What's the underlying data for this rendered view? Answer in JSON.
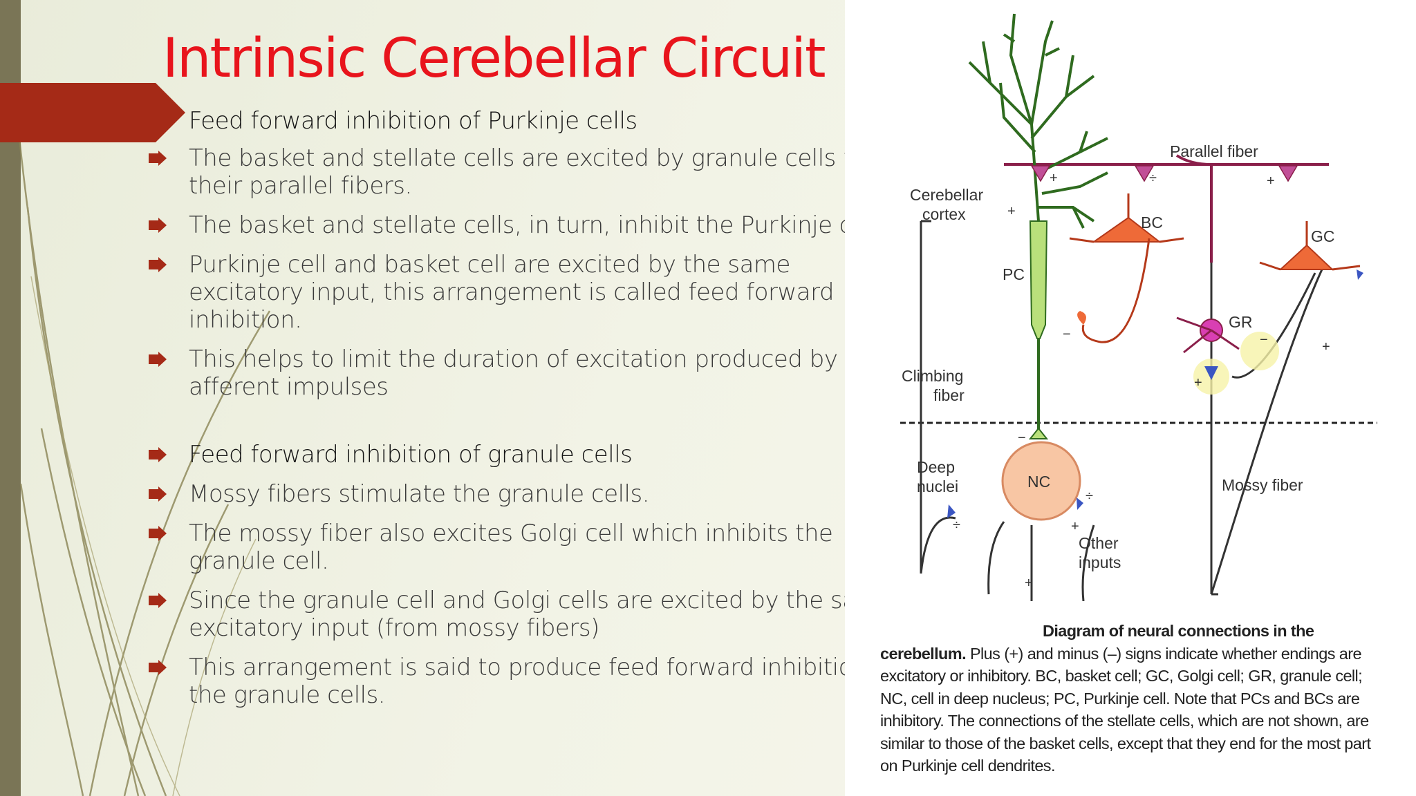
{
  "slide": {
    "title": "Intrinsic Cerebellar Circuit",
    "accent_color": "#e8141c",
    "banner_color": "#a52a17",
    "bullets": [
      {
        "text": "Feed forward inhibition of Purkinje cells",
        "style": "heading",
        "bullet": false
      },
      {
        "text": "The basket and stellate cells are excited by granule cells via their parallel fibers.",
        "style": "normal",
        "bullet": true
      },
      {
        "text": "The basket and stellate cells, in turn, inhibit the Purkinje cells",
        "style": "normal",
        "bullet": true
      },
      {
        "text": "Purkinje cell and basket cell are excited by the same excitatory input, this arrangement is called feed forward inhibition.",
        "style": "normal",
        "bullet": true
      },
      {
        "text": "This helps to limit the duration of excitation produced by given afferent impulses",
        "style": "normal",
        "bullet": true
      },
      {
        "text": "Feed forward inhibition of granule cells",
        "style": "heading",
        "bullet": true
      },
      {
        "text": "Mossy fibers stimulate the granule cells.",
        "style": "normal",
        "bullet": true
      },
      {
        "text": "The mossy fiber also excites Golgi cell which inhibits the granule cell.",
        "style": "normal",
        "bullet": true
      },
      {
        "text": "Since the granule cell and Golgi cells are excited by the same excitatory input (from mossy fibers)",
        "style": "normal",
        "bullet": true
      },
      {
        "text": "This arrangement is said to produce feed forward inhibition of the granule cells.",
        "style": "normal",
        "bullet": true
      }
    ]
  },
  "diagram": {
    "labels": {
      "parallel_fiber": "Parallel fiber",
      "cerebellar_cortex_1": "Cerebellar",
      "cerebellar_cortex_2": "cortex",
      "bc": "BC",
      "gc": "GC",
      "pc": "PC",
      "gr": "GR",
      "climbing_fiber_1": "Climbing",
      "climbing_fiber_2": "fiber",
      "deep_nuclei_1": "Deep",
      "deep_nuclei_2": "nuclei",
      "nc": "NC",
      "mossy_fiber": "Mossy fiber",
      "other_inputs_1": "Other",
      "other_inputs_2": "inputs"
    },
    "caption": {
      "bold_part_1": "Diagram of neural connections in the",
      "bold_part_2": "cerebellum.",
      "body": "Plus (+) and minus (–) signs indicate whether endings are excitatory or inhibitory. BC, basket cell; GC, Golgi cell; GR, granule cell; NC, cell in deep nucleus; PC, Purkinje cell. Note that PCs and BCs are inhibitory. The connections of the stellate cells, which are not shown, are similar to those of the basket cells, except that they end for the most part on Purkinje cell dendrites."
    }
  }
}
